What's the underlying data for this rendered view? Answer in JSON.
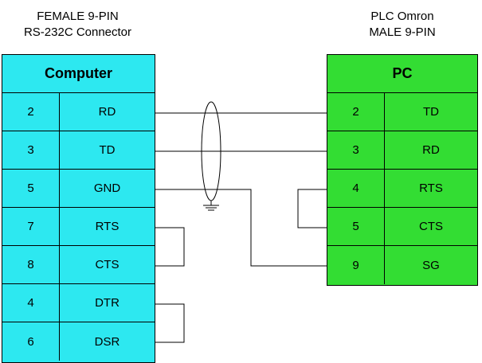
{
  "captions": {
    "left": [
      "FEMALE  9-PIN",
      "RS-232C Connector"
    ],
    "right": [
      "PLC Omron",
      "MALE  9-PIN"
    ]
  },
  "computer": {
    "title": "Computer",
    "color": "#2de8f0",
    "pins": [
      {
        "pin": "2",
        "signal": "RD"
      },
      {
        "pin": "3",
        "signal": "TD"
      },
      {
        "pin": "5",
        "signal": "GND"
      },
      {
        "pin": "7",
        "signal": "RTS"
      },
      {
        "pin": "8",
        "signal": "CTS"
      },
      {
        "pin": "4",
        "signal": "DTR"
      },
      {
        "pin": "6",
        "signal": "DSR"
      }
    ]
  },
  "plc": {
    "title": "PC",
    "color": "#33dd33",
    "pins": [
      {
        "pin": "2",
        "signal": "TD"
      },
      {
        "pin": "3",
        "signal": "RD"
      },
      {
        "pin": "4",
        "signal": "RTS"
      },
      {
        "pin": "5",
        "signal": "CTS"
      },
      {
        "pin": "9",
        "signal": "SG"
      }
    ]
  },
  "connections": [
    {
      "from": "computer.RD",
      "to": "plc.TD"
    },
    {
      "from": "computer.TD",
      "to": "plc.RD"
    },
    {
      "from": "computer.GND",
      "to": "plc.SG"
    },
    {
      "from": "computer.RTS",
      "to": "computer.CTS"
    },
    {
      "from": "computer.DTR",
      "to": "computer.DSR"
    },
    {
      "from": "plc.RTS",
      "to": "plc.CTS"
    }
  ],
  "shield": {
    "icon": "cable-shield-icon",
    "ground_icon": "ground-icon"
  }
}
